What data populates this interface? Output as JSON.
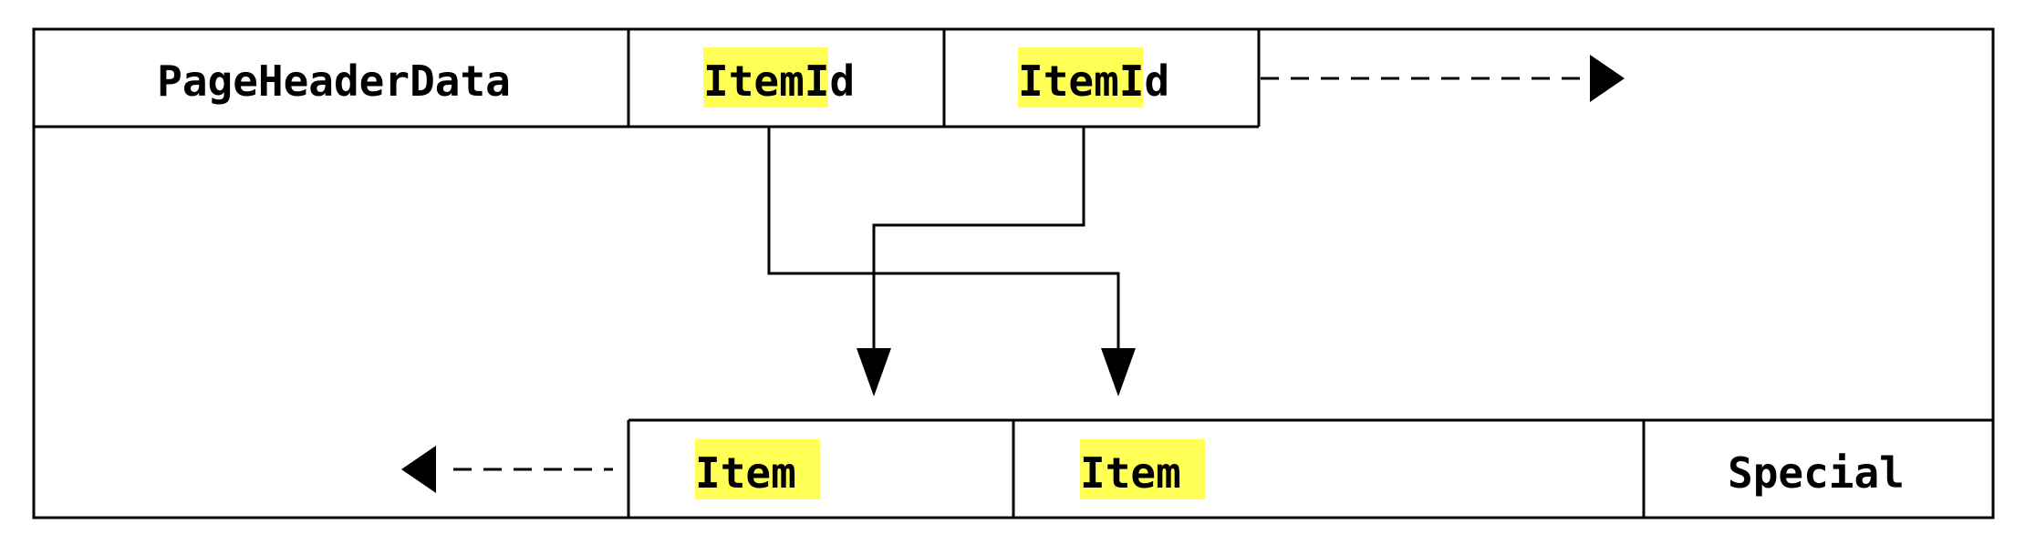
{
  "diagram": {
    "header": {
      "page_header": "PageHeaderData",
      "item_id_1": {
        "highlight": "Item",
        "rest": "Id"
      },
      "item_id_2": {
        "highlight": "Item",
        "rest": "Id"
      }
    },
    "footer": {
      "item_1": "Item",
      "item_2": "Item",
      "special": "Special"
    },
    "colors": {
      "highlight": "#ffff55",
      "line": "#000000",
      "background": "#ffffff"
    }
  }
}
